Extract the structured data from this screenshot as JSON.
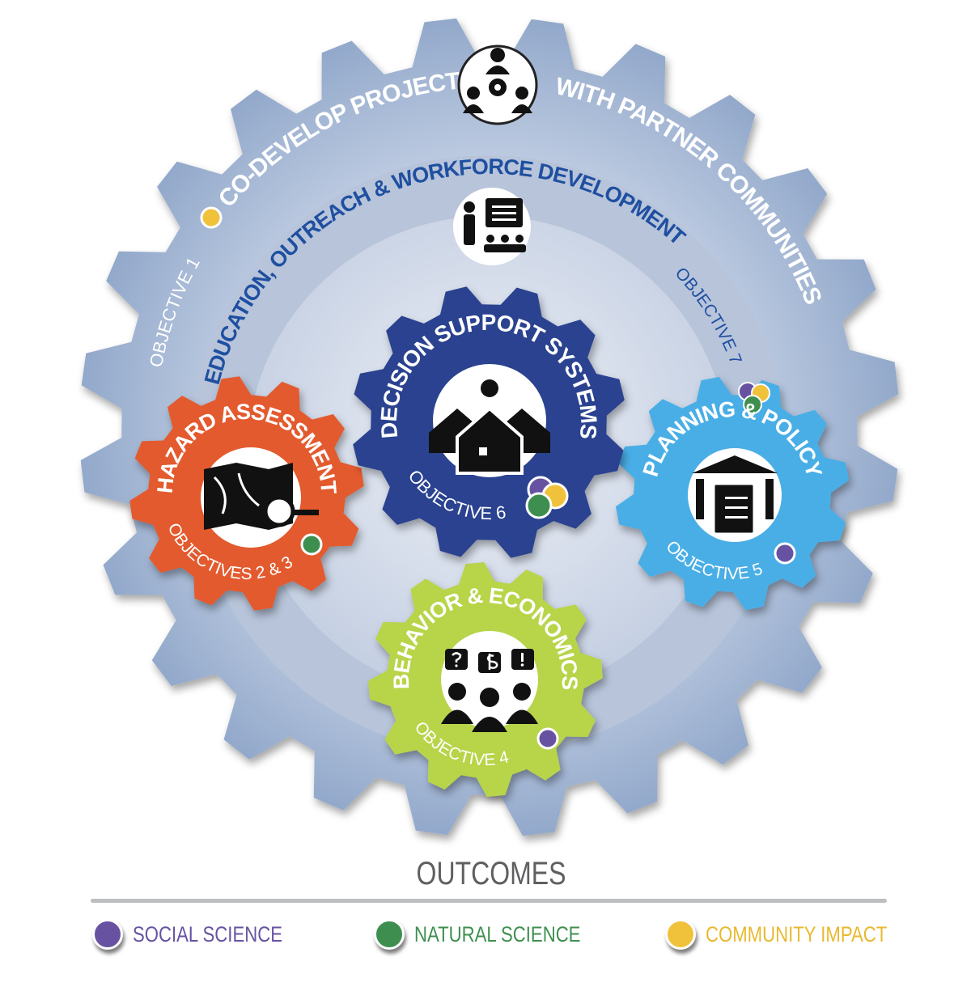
{
  "outer_gear": {
    "objective_label": "OBJECTIVE 1",
    "title_left": "CO-DEVELOP PROJECT",
    "title_right": "WITH PARTNER COMMUNITIES",
    "icon": "community-collaboration-icon",
    "color": "#98aece"
  },
  "inner_ring": {
    "title": "EDUCATION, OUTREACH & WORKFORCE DEVELOPMENT",
    "objective_label": "OBJECTIVE 7",
    "icon": "teacher-presentation-icon"
  },
  "gears": [
    {
      "title": "DECISION SUPPORT SYSTEMS",
      "objective": "OBJECTIVE 6",
      "color": "#2a438f",
      "icon": "houses-sun-icon"
    },
    {
      "title": "HAZARD ASSESSMENT",
      "objective": "OBJECTIVES 2 & 3",
      "color": "#e35a2f",
      "icon": "map-magnifier-icon"
    },
    {
      "title": "PLANNING & POLICY",
      "objective": "OBJECTIVE 5",
      "color": "#4aaee6",
      "icon": "government-clipboard-icon"
    },
    {
      "title": "BEHAVIOR & ECONOMICS",
      "objective": "OBJECTIVE 4",
      "color": "#b8d44a",
      "icon": "people-speech-icon"
    }
  ],
  "legend": {
    "title": "OUTCOMES",
    "items": [
      {
        "label": "SOCIAL SCIENCE",
        "color": "#6752a2"
      },
      {
        "label": "NATURAL SCIENCE",
        "color": "#3e8f4f"
      },
      {
        "label": "COMMUNITY IMPACT",
        "color": "#f0c23c"
      }
    ]
  }
}
